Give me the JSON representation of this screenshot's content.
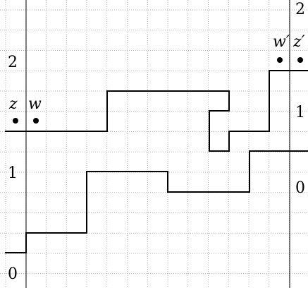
{
  "diagram": {
    "left_axis_labels": [
      "0",
      "1",
      "2"
    ],
    "right_axis_labels": [
      "0",
      "1",
      "2"
    ],
    "point_labels": [
      {
        "text": "z",
        "key": "z"
      },
      {
        "text": "w",
        "key": "w"
      },
      {
        "text": "w′",
        "key": "w-prime"
      },
      {
        "text": "z′",
        "key": "z-prime"
      }
    ]
  }
}
